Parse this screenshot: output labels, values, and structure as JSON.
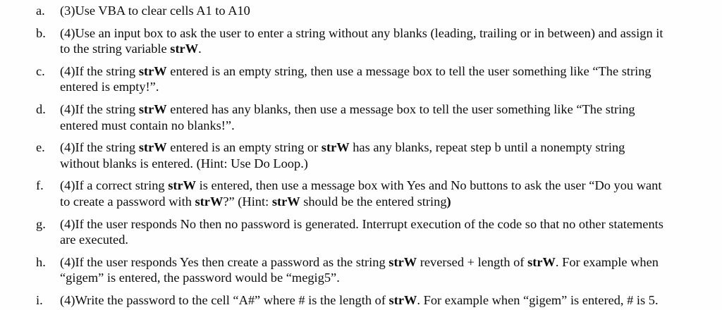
{
  "document": {
    "type": "assignment-question-list",
    "list_style": "lower-alpha",
    "variable_name": "strW",
    "items": [
      {
        "marker": "a.",
        "points": "(3)",
        "segments": [
          {
            "text": "(3)Use VBA to clear cells A1 to A10",
            "bold": false
          }
        ]
      },
      {
        "marker": "b.",
        "points": "(4)",
        "segments": [
          {
            "text": "(4)Use an input box to ask the user to enter a string without any blanks (leading, trailing or in between) and assign it to the string variable ",
            "bold": false
          },
          {
            "text": "strW",
            "bold": true
          },
          {
            "text": ".",
            "bold": false
          }
        ]
      },
      {
        "marker": "c.",
        "points": "(4)",
        "segments": [
          {
            "text": "(4)If the string ",
            "bold": false
          },
          {
            "text": "strW",
            "bold": true
          },
          {
            "text": " entered is an empty string, then use a message box to tell the user something like “The string entered is empty!”.",
            "bold": false
          }
        ]
      },
      {
        "marker": "d.",
        "points": "(4)",
        "segments": [
          {
            "text": "(4)If the string ",
            "bold": false
          },
          {
            "text": "strW",
            "bold": true
          },
          {
            "text": " entered has any blanks, then use a message box to tell the user something like “The string entered must contain no blanks!”.",
            "bold": false
          }
        ]
      },
      {
        "marker": "e.",
        "points": "(4)",
        "segments": [
          {
            "text": "(4)If the string ",
            "bold": false
          },
          {
            "text": "strW",
            "bold": true
          },
          {
            "text": " entered is an empty string or ",
            "bold": false
          },
          {
            "text": "strW",
            "bold": true
          },
          {
            "text": " has any blanks, repeat step b until a nonempty string without blanks is entered. (Hint: Use Do Loop.)",
            "bold": false
          }
        ]
      },
      {
        "marker": "f.",
        "points": "(4)",
        "segments": [
          {
            "text": "(4)If a correct string ",
            "bold": false
          },
          {
            "text": "strW",
            "bold": true
          },
          {
            "text": " is entered, then use a message box with Yes and No buttons to ask the user “Do you want to create a password with ",
            "bold": false
          },
          {
            "text": "strW",
            "bold": true
          },
          {
            "text": "?” (Hint: ",
            "bold": false
          },
          {
            "text": "strW",
            "bold": true
          },
          {
            "text": " should be the entered string",
            "bold": false
          },
          {
            "text": ")",
            "bold": true
          }
        ]
      },
      {
        "marker": "g.",
        "points": "(4)",
        "segments": [
          {
            "text": "(4)If the user responds No then no password is generated. Interrupt execution of the code so that no other statements are executed.",
            "bold": false
          }
        ]
      },
      {
        "marker": "h.",
        "points": "(4)",
        "segments": [
          {
            "text": "(4)If the user responds Yes then create a password as the string ",
            "bold": false
          },
          {
            "text": "strW",
            "bold": true
          },
          {
            "text": " reversed + length of ",
            "bold": false
          },
          {
            "text": "strW",
            "bold": true
          },
          {
            "text": ". For example when “gigem” is entered, the password would be “megig5”.",
            "bold": false
          }
        ]
      },
      {
        "marker": "i.",
        "points": "(4)",
        "segments": [
          {
            "text": "(4)Write the password to the cell “A#” where # is the length of ",
            "bold": false
          },
          {
            "text": "strW",
            "bold": true
          },
          {
            "text": ". For example when “gigem” is entered, # is 5.",
            "bold": false
          }
        ]
      }
    ]
  }
}
